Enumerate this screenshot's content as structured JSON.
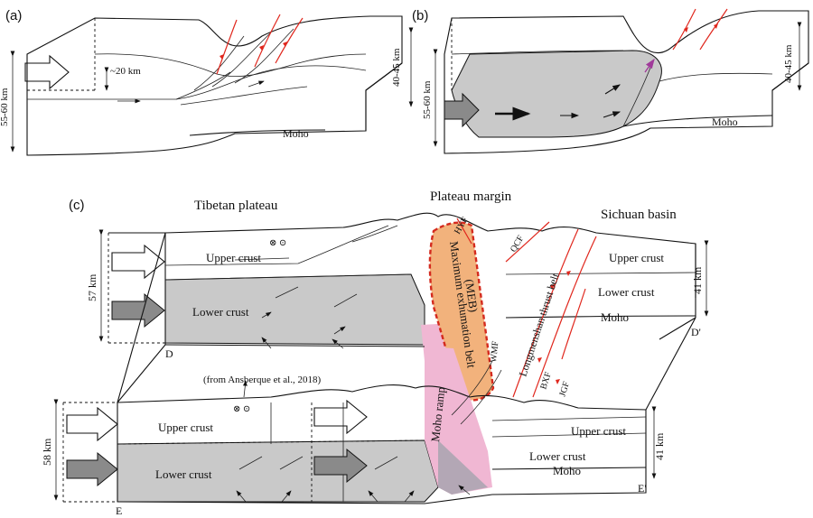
{
  "panels": {
    "a": {
      "label": "(a)",
      "depth_left": "55-60 km",
      "depth_right": "40-45 km",
      "detach": "~20 km",
      "moho": "Moho"
    },
    "b": {
      "label": "(b)",
      "depth_left": "55-60 km",
      "depth_right": "40-45 km",
      "moho": "Moho"
    },
    "c": {
      "label": "(c)",
      "regions": {
        "tibet": "Tibetan plateau",
        "margin": "Plateau margin",
        "sichuan": "Sichuan basin"
      },
      "upper": {
        "thick_left": "57 km",
        "thick_right": "41 km",
        "upper_crust_left": "Upper crust",
        "upper_crust_right": "Upper crust",
        "lower_crust_left": "Lower crust",
        "lower_crust_right": "Lower crust",
        "moho": "Moho",
        "corner_left": "D",
        "corner_right": "D'",
        "meb_title": "Maximum exhumation belt",
        "meb_abbr": "(MEB)",
        "faults": {
          "hyf": "HYF",
          "qcf": "QCF",
          "wmf": "WMF"
        },
        "thrust_belt": "Longmenshan thrust belt",
        "bxf": "BXF",
        "jgf": "JGF"
      },
      "lower": {
        "thick_left": "58 km",
        "thick_right": "41 km",
        "upper_crust_left": "Upper crust",
        "upper_crust_right": "Upper crust",
        "lower_crust_left": "Lower crust",
        "lower_crust_right": "Lower crust",
        "moho": "Moho",
        "moho_ramp": "Moho ramp",
        "corner_left": "E",
        "corner_right": "E'",
        "citation": "(from Ansberque et al., 2018)"
      }
    }
  },
  "colors": {
    "grey_crust": "#c9c9c9",
    "meb_fill": "#f2b27c",
    "meb_border": "#d42a1e",
    "ramp": "#f0b7d3",
    "fault": "#e0271d",
    "arrow_grey": "#8a8a8a"
  }
}
